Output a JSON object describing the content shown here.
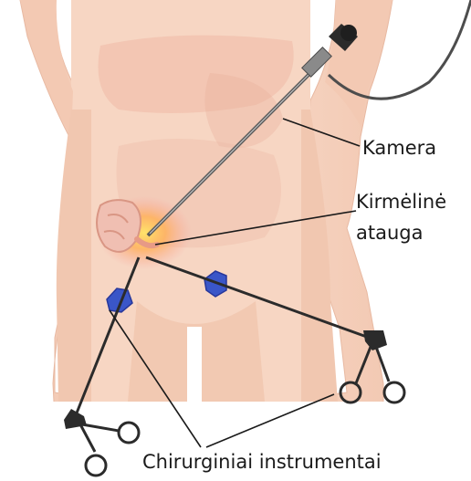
{
  "labels": {
    "camera": "Kamera",
    "appendix_line1": "Kirmėlinė",
    "appendix_line2": "atauga",
    "instruments": "Chirurginiai instrumentai"
  },
  "colors": {
    "skin": "#f6d7c5",
    "skin_shade": "#eab9a1",
    "organ": "#e9a896",
    "appendix_glow": "#ffd75a",
    "port": "#3a56c8",
    "tool": "#2b2b2b",
    "pointer": "#1a1a1a"
  }
}
